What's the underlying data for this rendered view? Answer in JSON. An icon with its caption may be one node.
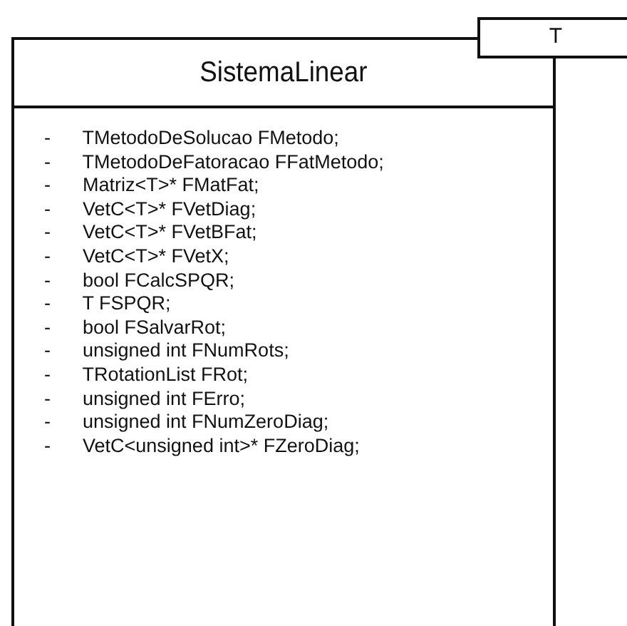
{
  "diagram": {
    "nodes": [
      {
        "text": [
          "SistemaLinear",
          "- TMetodoDeSolucao FMetodo;",
          "- TMetodoDeFatoracao FFatMetodo;",
          "- Matriz<T>* FMatFat;",
          "- VetC<T>* FVetDiag;",
          "- VetC<T>* FVetBFat;",
          "- VetC<T>* FVetX;",
          "- bool FCalcSPQR;",
          "- T FSPQR;",
          "- bool FSalvarRot;",
          "- unsigned int FNumRots;",
          "- TRotationList FRot;",
          "- unsigned int FErro;",
          "- unsigned int FNumZeroDiag;",
          "- VetC<unsigned int>* FZeroDiag;"
        ]
      },
      {
        "text": [
          "T"
        ]
      }
    ],
    "edges": []
  }
}
